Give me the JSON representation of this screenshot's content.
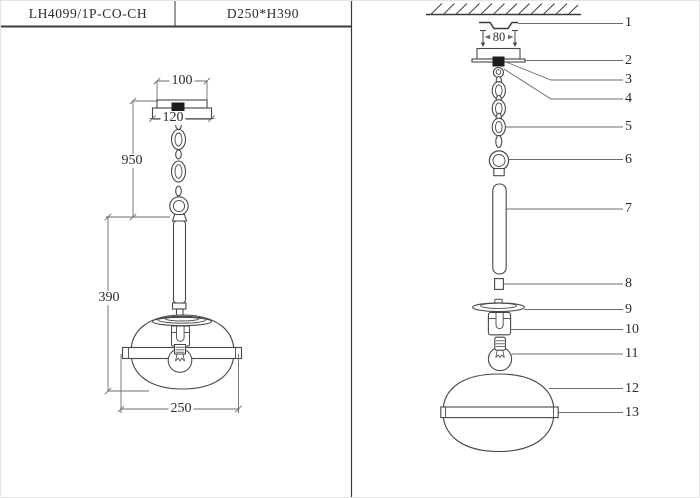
{
  "title_block": {
    "model_code": "LH4099/1P-CO-CH",
    "size_code": "D250*H390"
  },
  "dimension_view": {
    "canopy_top_width": "100",
    "canopy_width": "120",
    "suspension_height": "950",
    "body_height": "390",
    "shade_diameter": "250"
  },
  "exploded_view": {
    "screw_spacing": "80",
    "part_numbers": [
      "1",
      "2",
      "3",
      "4",
      "5",
      "6",
      "7",
      "8",
      "9",
      "10",
      "11",
      "12",
      "13"
    ]
  }
}
